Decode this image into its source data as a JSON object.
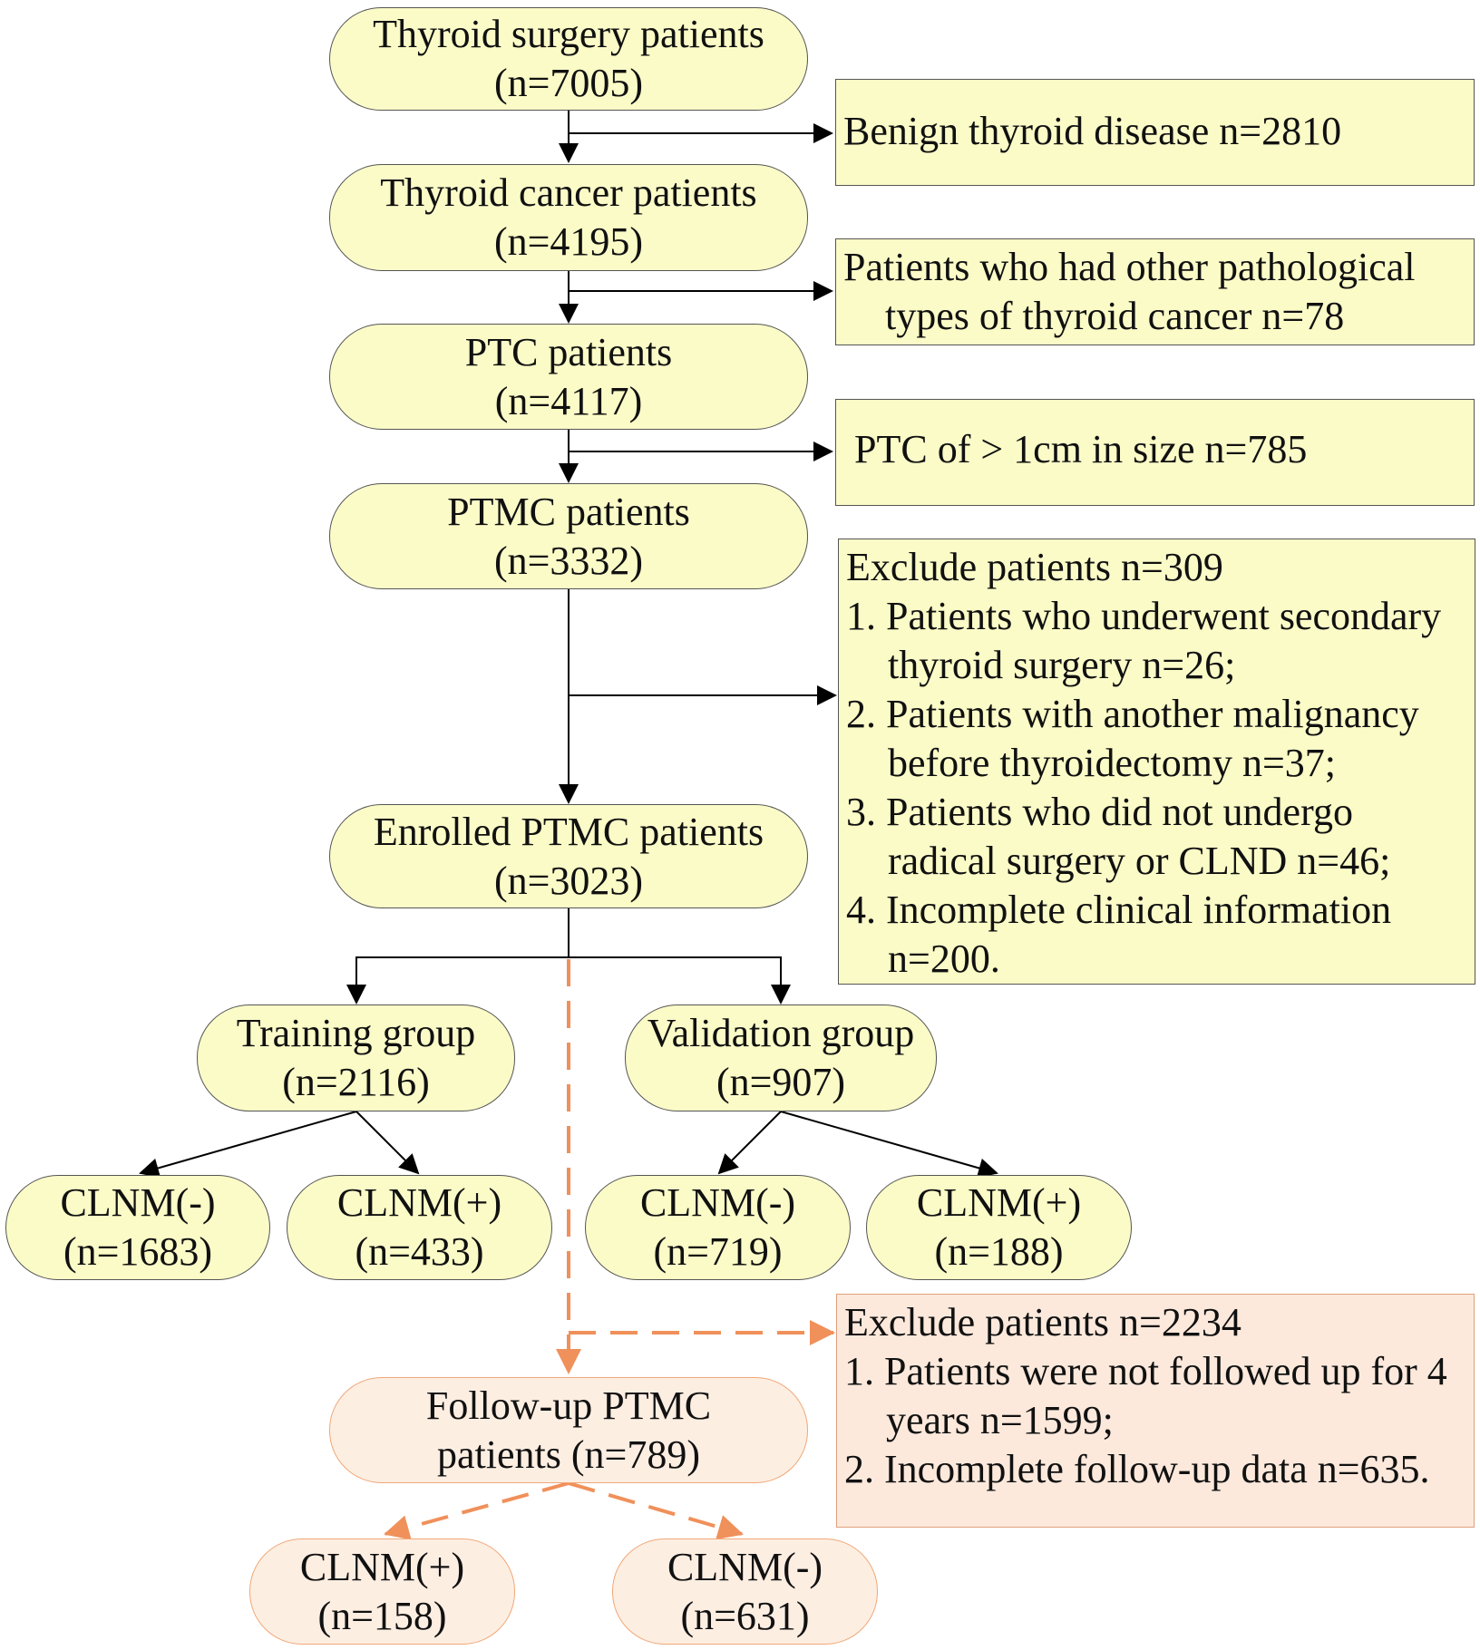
{
  "colors": {
    "node_fill": "#fbfbc8",
    "followup_fill": "#fdeee2",
    "followup_accent": "#f0905a",
    "line": "#000000"
  },
  "nodes": {
    "thyroid_surgery": {
      "title": "Thyroid surgery patients",
      "n": "(n=7005)"
    },
    "thyroid_cancer": {
      "title": "Thyroid cancer patients",
      "n": "(n=4195)"
    },
    "ptc": {
      "title": "PTC patients",
      "n": "(n=4117)"
    },
    "ptmc": {
      "title": "PTMC patients",
      "n": "(n=3332)"
    },
    "enrolled": {
      "title": "Enrolled PTMC patients",
      "n": "(n=3023)"
    },
    "training": {
      "title": "Training group",
      "n": "(n=2116)"
    },
    "validation": {
      "title": "Validation group",
      "n": "(n=907)"
    },
    "train_neg": {
      "title": "CLNM(-)",
      "n": "(n=1683)"
    },
    "train_pos": {
      "title": "CLNM(+)",
      "n": "(n=433)"
    },
    "val_neg": {
      "title": "CLNM(-)",
      "n": "(n=719)"
    },
    "val_pos": {
      "title": "CLNM(+)",
      "n": "(n=188)"
    },
    "followup": {
      "title": "Follow-up PTMC",
      "n": "patients  (n=789)"
    },
    "fu_pos": {
      "title": "CLNM(+)",
      "n": "(n=158)"
    },
    "fu_neg": {
      "title": "CLNM(-)",
      "n": "(n=631)"
    }
  },
  "exclusions": {
    "benign": "Benign thyroid  disease n=2810",
    "other_types": {
      "line1": "Patients who  had other pathological",
      "line2": "types of thyroid cancer n=78"
    },
    "large_ptc": "PTC of > 1cm in size n=785",
    "exclude_309": {
      "header": "Exclude patients n=309",
      "items": [
        "1. Patients who underwent secondary thyroid surgery n=26;",
        "2. Patients with another malignancy before thyroidectomy n=37;",
        "3. Patients who did not undergo radical surgery or CLND n=46;",
        "4. Incomplete clinical information n=200."
      ]
    },
    "exclude_2234": {
      "header": "Exclude patients n=2234",
      "items": [
        "1. Patients were not followed up for 4 years n=1599;",
        "2. Incomplete follow-up data  n=635."
      ]
    }
  }
}
